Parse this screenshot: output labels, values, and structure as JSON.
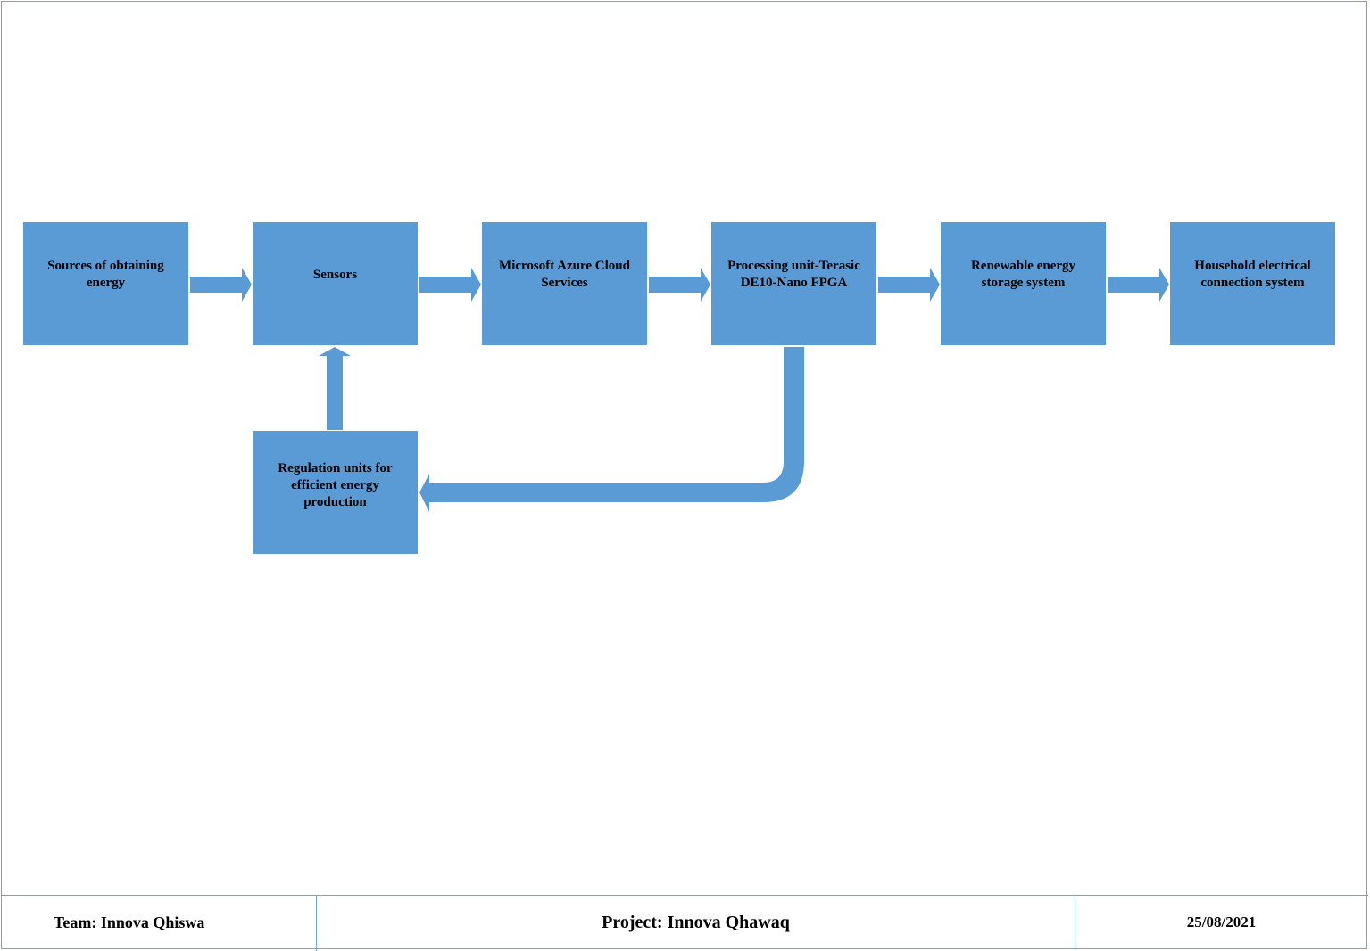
{
  "diagram": {
    "blocks": {
      "sources": "Sources of obtaining energy",
      "sensors": "Sensors",
      "azure": "Microsoft Azure Cloud Services",
      "processing": "Processing unit-Terasic DE10-Nano FPGA",
      "storage": "Renewable energy storage system",
      "household": "Household electrical connection system",
      "regulation": "Regulation units for efficient energy production"
    },
    "colors": {
      "block_fill": "#5b9bd5",
      "arrow_fill": "#5b9bd5",
      "frame_border": "#6aa8d8"
    }
  },
  "footer": {
    "team": "Team: Innova Qhiswa",
    "project": "Project: Innova Qhawaq",
    "date": "25/08/2021"
  }
}
